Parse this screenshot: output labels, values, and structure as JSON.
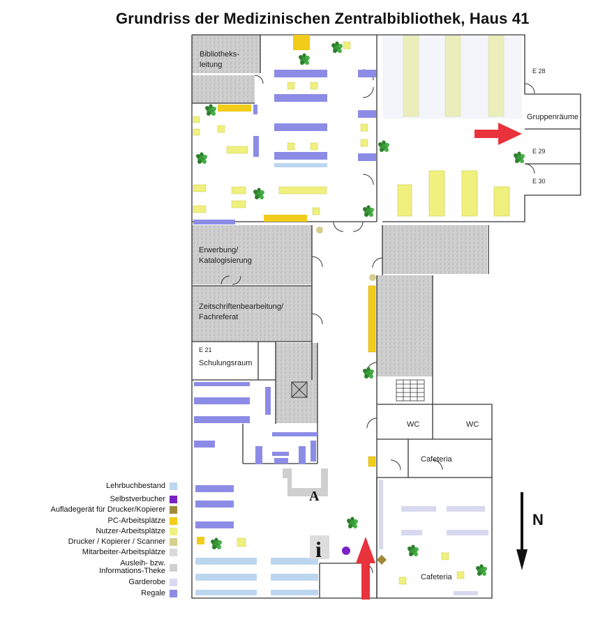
{
  "title": "Grundriss der Medizinischen Zentralbibliothek, Haus 41",
  "rooms": {
    "bibliotheksleitung": [
      "Bibliotheks-",
      "leitung"
    ],
    "erwerbung": [
      "Erwerbung/",
      "Katalogisierung"
    ],
    "zeitschriften": [
      "Zeitschriftenbearbeitung/",
      "Fachreferat"
    ],
    "e21_number": "E 21",
    "e21_name": "Schulungsraum",
    "e28": "E 28",
    "gruppenraeume": "Gruppenräume",
    "e29": "E 29",
    "e30": "E 30",
    "wc1": "WC",
    "wc2": "WC",
    "cafeteria1": "Cafeteria",
    "cafeteria2": "Cafeteria"
  },
  "markers": {
    "area_a": "A",
    "info": "i",
    "north": "N"
  },
  "legend": [
    {
      "label": "Lehrbuchbestand",
      "color": "#bcd6f0"
    },
    {
      "label": "Selbstverbucher",
      "color": "#7a22c4"
    },
    {
      "label": "Aufladegerät für Drucker/Kopierer",
      "color": "#a08a3a"
    },
    {
      "label": "PC-Arbeitsplätze",
      "color": "#f2cc1a"
    },
    {
      "label": "Nutzer-Arbeitsplätze",
      "color": "#eff07e"
    },
    {
      "label": "Drucker / Kopierer / Scanner",
      "color": "#d6ce8e"
    },
    {
      "label": "Mitarbeiter-Arbeitsplätze",
      "color": "#e2e2e2"
    },
    {
      "label": "Ausleih- bzw. Informations-Theke",
      "color": "#cfcfcf"
    },
    {
      "label": "Garderobe",
      "color": "#d8d8f0"
    },
    {
      "label": "Regale",
      "color": "#8c8ce6"
    }
  ],
  "colors": {
    "staff_area": "#c9c9c9",
    "shelves": "#8c8ce6",
    "textbooks": "#bcd6f0",
    "user_desks": "#eff07e",
    "pc_desks": "#f2cc1a",
    "arrow": "#e8323c",
    "wall": "#333333"
  }
}
